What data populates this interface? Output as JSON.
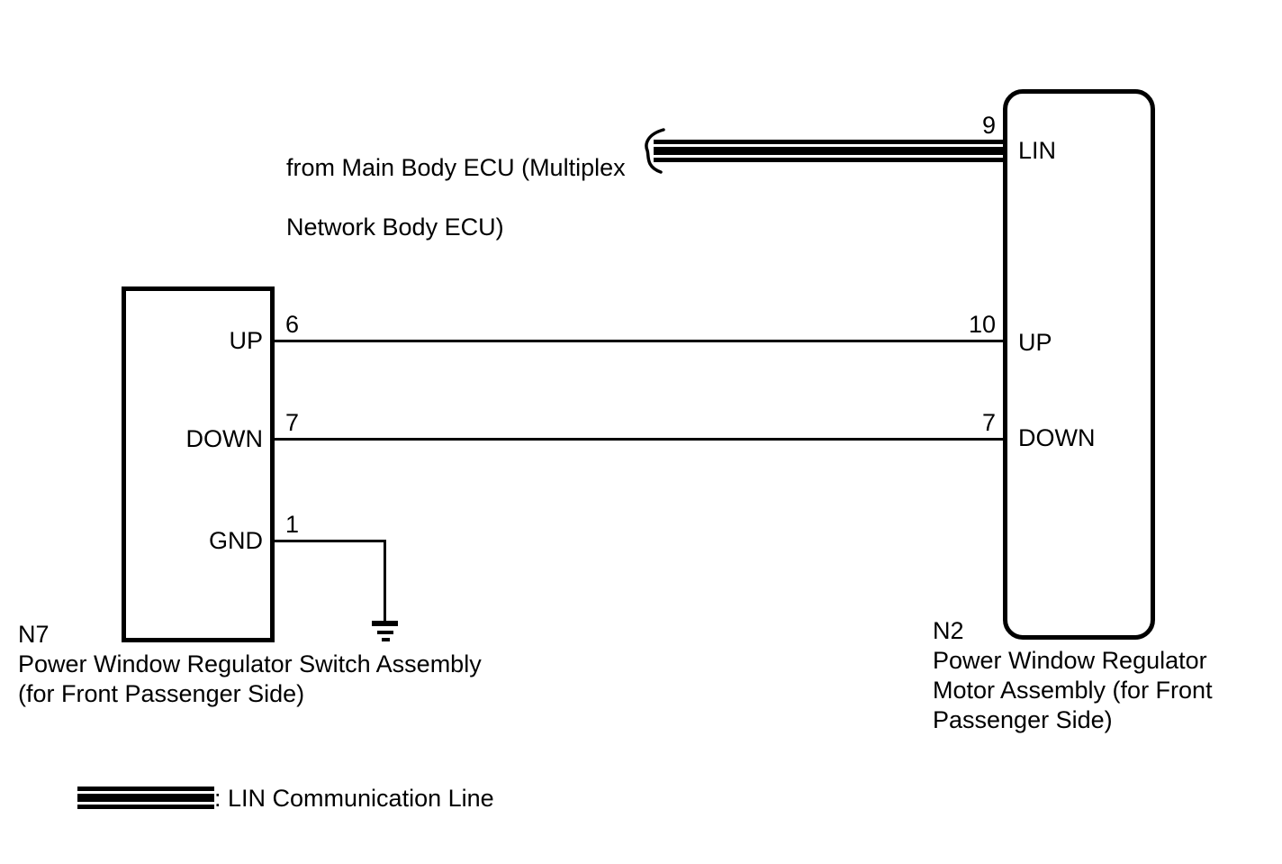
{
  "colors": {
    "line": "#000000",
    "background": "#ffffff"
  },
  "ecu_note": {
    "line1": "from Main Body ECU (Multiplex",
    "line2": "Network Body ECU)"
  },
  "switch_assembly": {
    "code": "N7",
    "label_line1": "Power Window Regulator Switch Assembly",
    "label_line2": "(for Front Passenger Side)",
    "pins": {
      "up": {
        "number": "6",
        "label": "UP"
      },
      "down": {
        "number": "7",
        "label": "DOWN"
      },
      "gnd": {
        "number": "1",
        "label": "GND"
      }
    }
  },
  "motor_assembly": {
    "code": "N2",
    "label_line1": "Power Window Regulator",
    "label_line2": "Motor Assembly (for Front",
    "label_line3": "Passenger Side)",
    "pins": {
      "lin": {
        "number": "9",
        "label": "LIN"
      },
      "up": {
        "number": "10",
        "label": "UP"
      },
      "down": {
        "number": "7",
        "label": "DOWN"
      }
    }
  },
  "legend": {
    "lin_label": ": LIN Communication Line"
  }
}
